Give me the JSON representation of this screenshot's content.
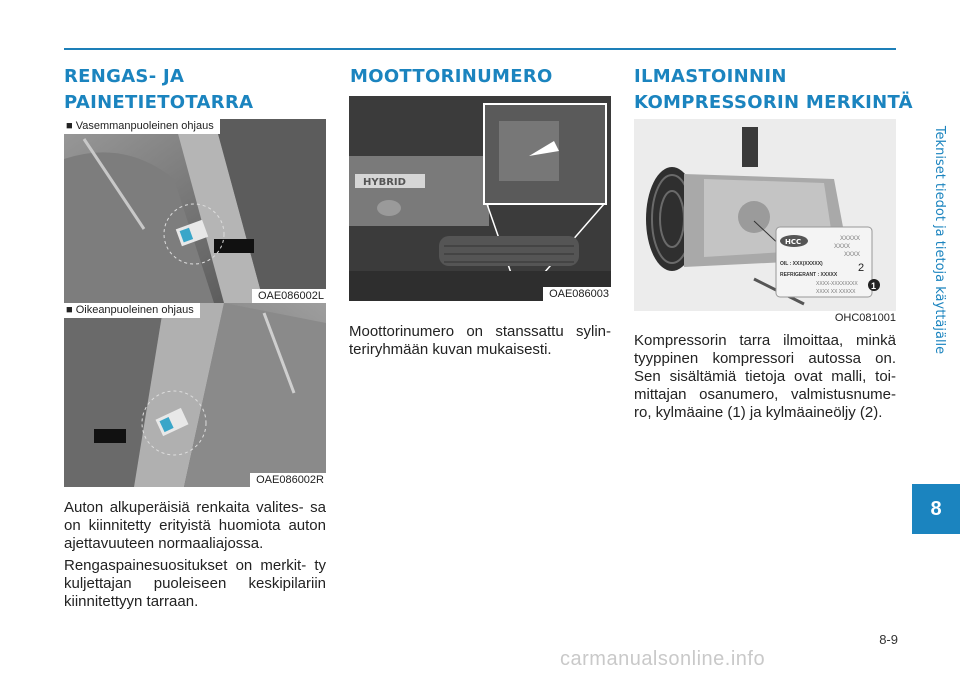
{
  "section1": {
    "heading_lines": [
      "RENGAS- JA",
      "PAINETIETOTARRA"
    ],
    "image_top": {
      "caption": "■ Vasemmanpuoleinen ohjaus",
      "code": "OAE086002L"
    },
    "image_bottom": {
      "caption": "■ Oikeanpuoleinen ohjaus",
      "code": "OAE086002R"
    },
    "paragraphs": [
      "Auton alkuperäisiä renkaita valites- sa on kiinnitetty erityistä huomiota auton ajettavuuteen normaaliajossa.",
      "Rengaspainesuositukset on merkit- ty kuljettajan puoleiseen keskipilariin kiinnitettyyn tarraan."
    ]
  },
  "section2": {
    "heading_lines": [
      "MOOTTORINUMERO"
    ],
    "image": {
      "code": "OAE086003",
      "badge_text": "HYBRID"
    },
    "paragraphs": [
      "Moottorinumero on stanssattu sylin- teriryhmään kuvan mukaisesti."
    ]
  },
  "section3": {
    "heading_lines": [
      "ILMASTOINNIN",
      "KOMPRESSORIN MERKINTÄ"
    ],
    "image": {
      "code": "OHC081001",
      "label_lines": [
        "XXXXX",
        "XXXX",
        "XXXX",
        "OIL : XXX(XXXXX)",
        "REFRIGERANT : XXXXX",
        "XXXX-XXXXXXXX",
        "XXXX XX XXXXX"
      ],
      "logo_text": "HCC",
      "marker_1": "1",
      "marker_2": "2"
    },
    "paragraphs": [
      "Kompressorin tarra ilmoittaa, minkä tyyppinen kompressori autossa on. Sen sisältämiä tietoja ovat malli, toi- mittajan osanumero, valmistusnume- ro, kylmäaine (1) ja kylmäaineöljy (2)."
    ]
  },
  "sidebar": {
    "vertical_title": "Tekniset tiedot ja tietoja käyttäjälle",
    "chapter_number": "8"
  },
  "footer": {
    "page_number": "8-9",
    "watermark": "carmanualsonline.info"
  },
  "colors": {
    "accent": "#1b84bf",
    "rule": "#1d7fb8",
    "watermark": "#c9c9c9"
  }
}
